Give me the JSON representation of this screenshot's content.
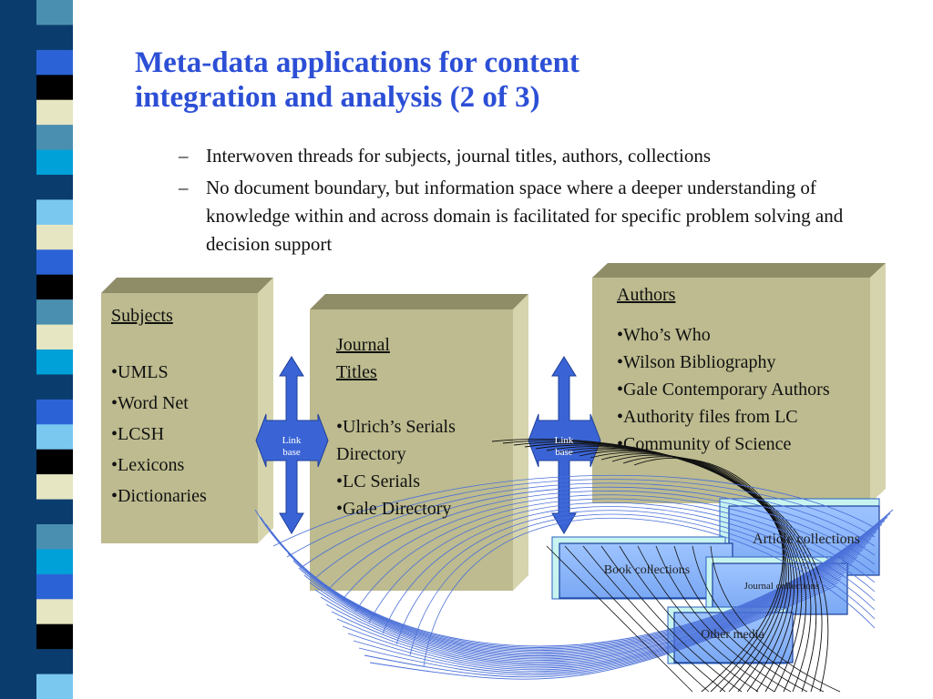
{
  "title": "Meta-data applications for content integration and analysis (2 of 3)",
  "bullets": [
    {
      "dash": "–",
      "text": "Interwoven threads for subjects, journal titles, authors, collections"
    },
    {
      "dash": "–",
      "text": "No document boundary, but information space where a deeper understanding of knowledge within and across domain is facilitated for specific problem solving and decision support"
    }
  ],
  "subjects": {
    "heading": "Subjects",
    "items": [
      "•UMLS",
      "•Word Net",
      "•LCSH",
      "•Lexicons",
      "•Dictionaries"
    ]
  },
  "journals": {
    "heading1": "Journal",
    "heading2": "Titles",
    "items": [
      "•Ulrich’s Serials Directory",
      "•LC Serials",
      "•Gale Directory"
    ]
  },
  "authors": {
    "heading": "Authors",
    "items": [
      "•Who’s Who",
      "•Wilson Bibliography",
      "•Gale Contemporary Authors",
      "•Authority files from LC",
      "•Community of Science"
    ]
  },
  "linkbase": {
    "line1": "Link",
    "line2": "base"
  },
  "collections": {
    "article": "Article collections",
    "book": "Book collections",
    "journal": "Journal collections",
    "other": "Other media"
  },
  "colors": {
    "title": "#2c4fd6",
    "box_face": "#bdbb8f",
    "box_top": "#8f8d68",
    "box_side": "#d6d4ad",
    "arrow": "#3a64d6",
    "collection_box": "#8fb9ff",
    "thread_blue": "#4a6fd8"
  }
}
